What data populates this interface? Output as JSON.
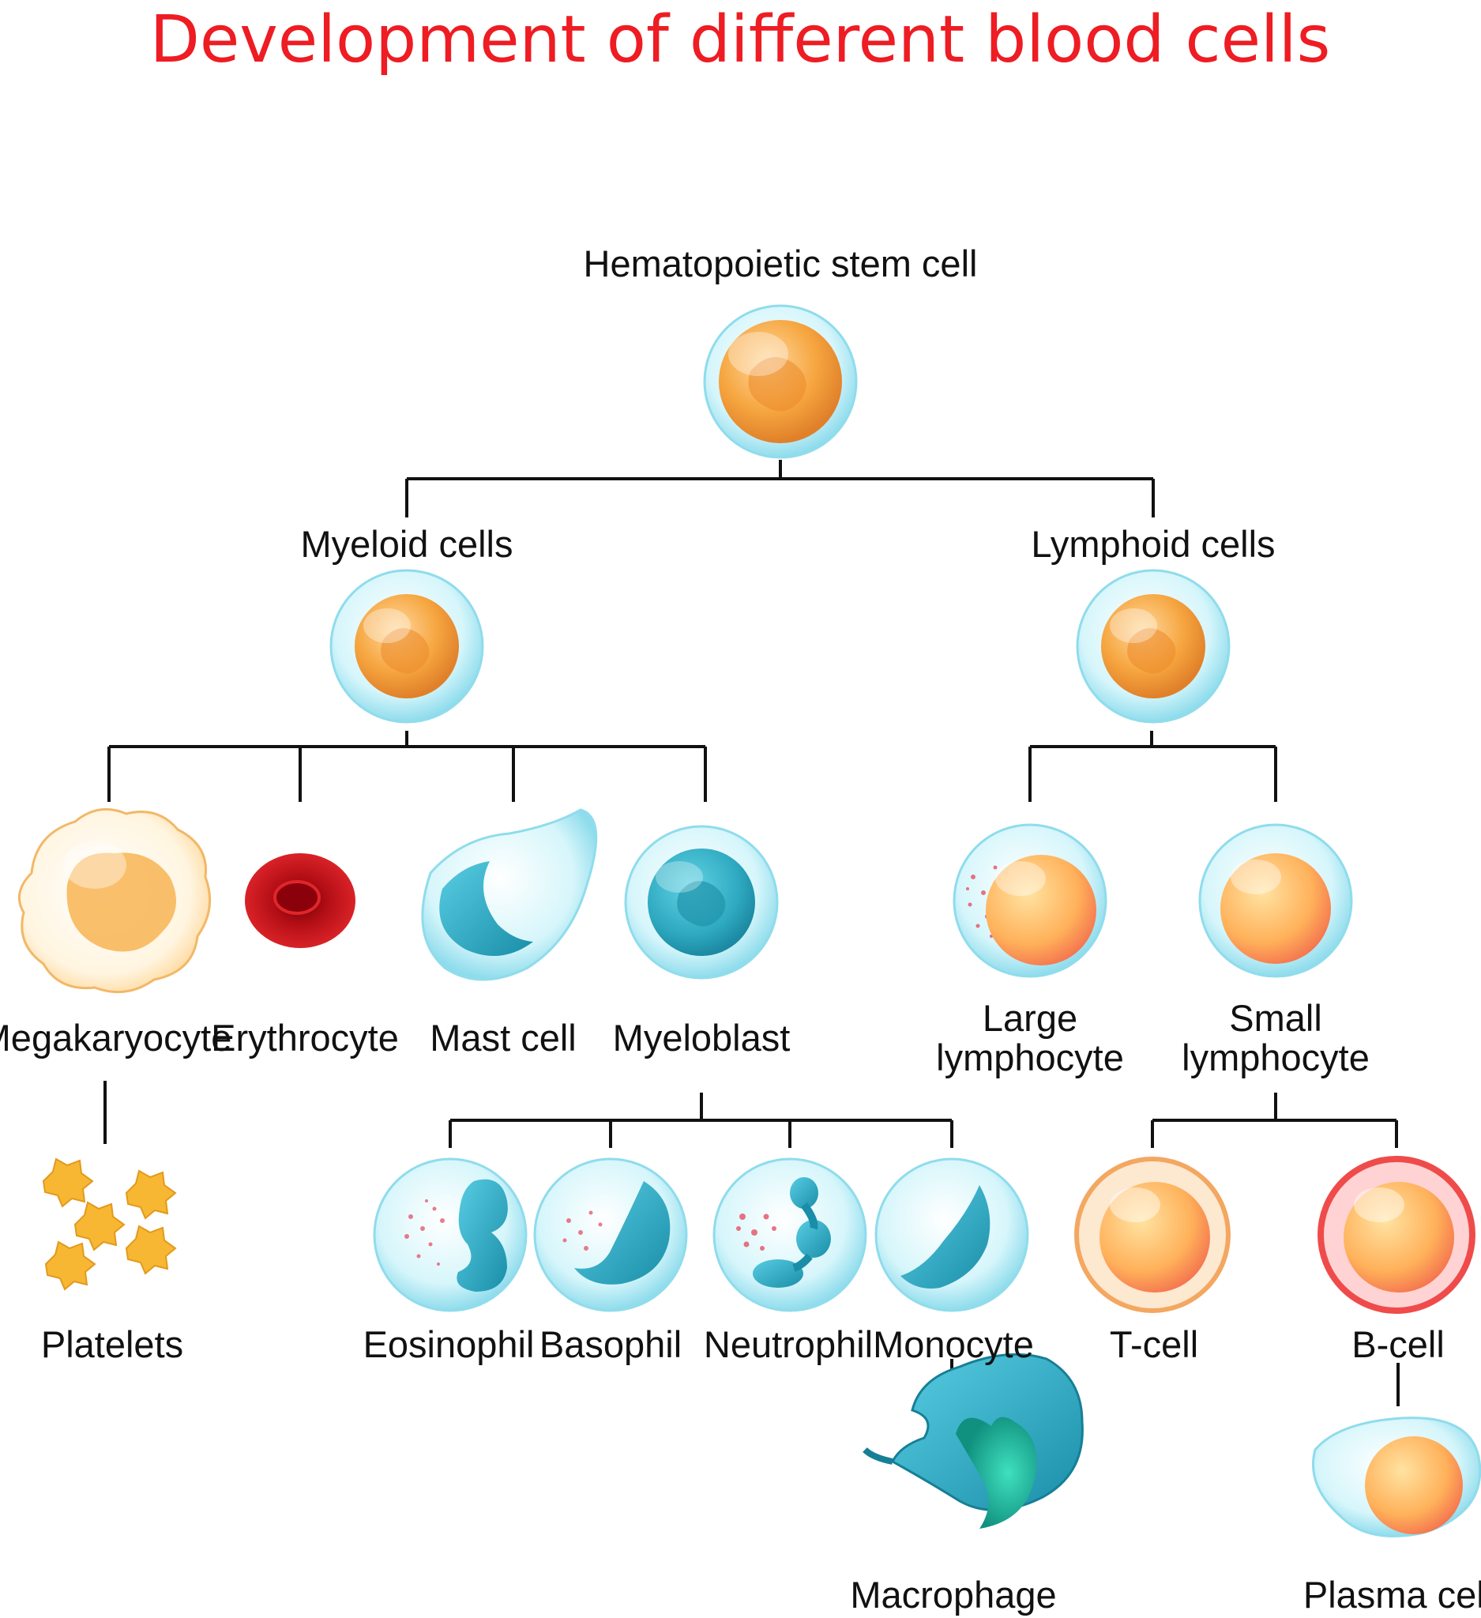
{
  "title": "Development of different blood cells",
  "colors": {
    "title": "#ee1c23",
    "line": "#111111",
    "cytoplasm_light": "#d6f6fb",
    "cytoplasm_edge": "#7fd6e8",
    "nucleus_orange": "#f39a2d",
    "nucleus_teal": "#2ea9c0",
    "erythrocyte": "#d41219",
    "platelet": "#f7b733",
    "lymph_nucleus": "#ffb15a",
    "tcell_rim": "#f3a760",
    "bcell_rim": "#ef4b4b"
  },
  "nodes": {
    "hsc": {
      "label": "Hematopoietic stem cell",
      "icon": "stem-cell-icon"
    },
    "myeloid": {
      "label": "Myeloid cells",
      "icon": "myeloid-cell-icon"
    },
    "lymphoid": {
      "label": "Lymphoid cells",
      "icon": "lymphoid-cell-icon"
    },
    "megakaryocyte": {
      "label": "Megakaryocyte",
      "icon": "megakaryocyte-icon"
    },
    "erythrocyte": {
      "label": "Erythrocyte",
      "icon": "erythrocyte-icon"
    },
    "mast": {
      "label": "Mast cell",
      "icon": "mast-cell-icon"
    },
    "myeloblast": {
      "label": "Myeloblast",
      "icon": "myeloblast-icon"
    },
    "large_lymph": {
      "label_line1": "Large",
      "label_line2": "lymphocyte",
      "icon": "large-lymphocyte-icon"
    },
    "small_lymph": {
      "label_line1": "Small",
      "label_line2": "lymphocyte",
      "icon": "small-lymphocyte-icon"
    },
    "platelets": {
      "label": "Platelets",
      "icon": "platelets-icon"
    },
    "eosinophil": {
      "label": "Eosinophil",
      "icon": "eosinophil-icon"
    },
    "basophil": {
      "label": "Basophil",
      "icon": "basophil-icon"
    },
    "neutrophil": {
      "label": "Neutrophil",
      "icon": "neutrophil-icon"
    },
    "monocyte": {
      "label": "Monocyte",
      "icon": "monocyte-icon"
    },
    "tcell": {
      "label": "T-cell",
      "icon": "t-cell-icon"
    },
    "bcell": {
      "label": "B-cell",
      "icon": "b-cell-icon"
    },
    "macrophage": {
      "label": "Macrophage",
      "icon": "macrophage-icon"
    },
    "plasma": {
      "label": "Plasma cell",
      "icon": "plasma-cell-icon"
    }
  }
}
